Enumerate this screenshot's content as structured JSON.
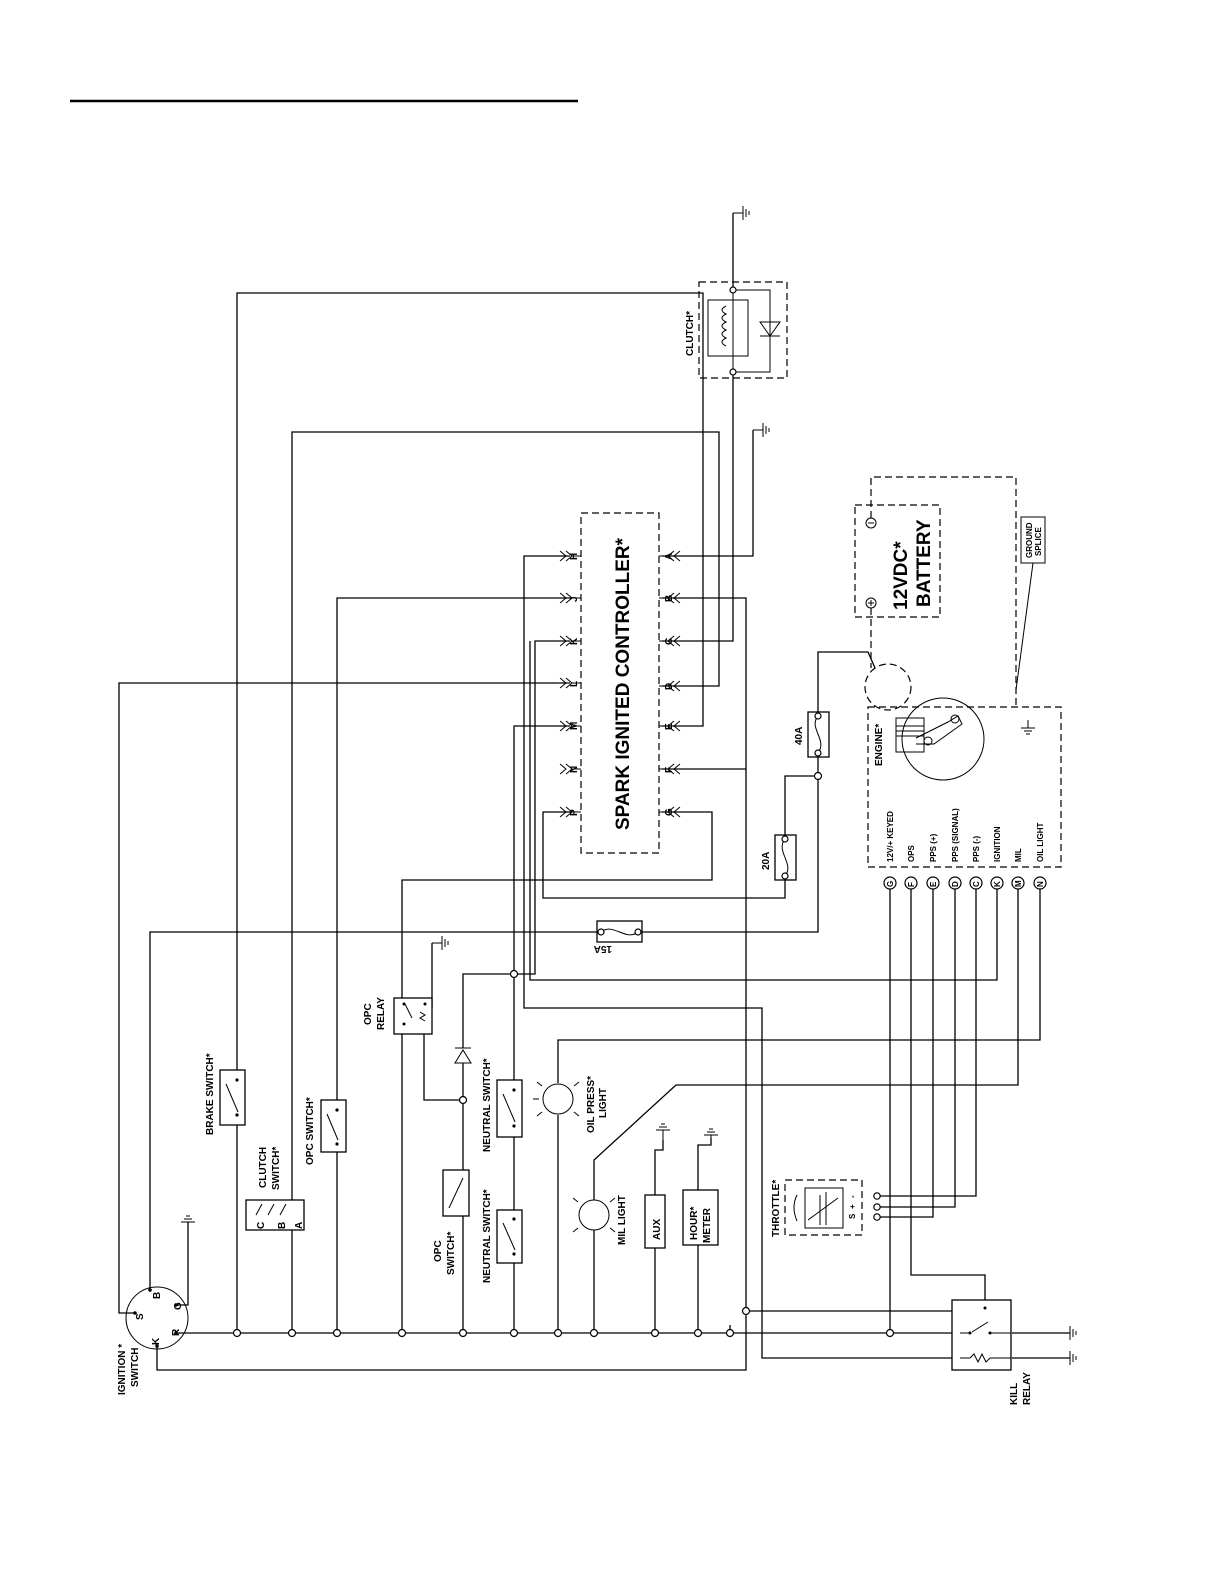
{
  "labels": {
    "clutch": "CLUTCH*",
    "controller": "SPARK IGNITED CONTROLLER*",
    "battery_line1": "12VDC*",
    "battery_line2": "BATTERY",
    "ground_splice_line1": "GROUND",
    "ground_splice_line2": "SPLICE",
    "engine": "ENGINE*",
    "fuse_40": "40A",
    "fuse_20": "20A",
    "fuse_15": "15A",
    "opc_relay_line1": "OPC",
    "opc_relay_line2": "RELAY",
    "brake_switch": "BRAKE SWITCH*",
    "clutch_switch_line1": "CLUTCH",
    "clutch_switch_line2": "SWITCH*",
    "opc_switch_top": "OPC SWITCH*",
    "opc_switch_line1": "OPC",
    "opc_switch_line2": "SWITCH*",
    "neutral_switch_1": "NEUTRAL SWITCH*",
    "neutral_switch_2": "NEUTRAL SWITCH*",
    "oil_press_line1": "OIL PRESS*",
    "oil_press_line2": "LIGHT",
    "mil_light": "MIL LIGHT",
    "aux": "AUX",
    "hour_meter_line1": "HOUR*",
    "hour_meter_line2": "METER",
    "throttle": "THROTTLE*",
    "ignition_line1": "IGNITION *",
    "ignition_line2": "SWITCH",
    "kill_line1": "KILL",
    "kill_line2": "RELAY"
  },
  "controller_pins_left": [
    "H",
    "J",
    "K",
    "L",
    "M",
    "N",
    "P"
  ],
  "controller_pins_right": [
    "A",
    "B",
    "C",
    "D",
    "E",
    "F",
    "G"
  ],
  "engine_connector": {
    "pins": [
      "G",
      "F",
      "E",
      "D",
      "C",
      "K",
      "M",
      "N"
    ],
    "labels": [
      "12V/+ KEYED",
      "OPS",
      "PPS (+)",
      "PPS (SIGNAL)",
      "PPS (-)",
      "IGNITION",
      "MIL",
      "OIL LIGHT"
    ]
  },
  "ignition_terminals": [
    "B",
    "G",
    "R",
    "K",
    "S"
  ],
  "clutch_switch_terminals": [
    "C",
    "B",
    "A"
  ],
  "throttle_pins": [
    "-",
    "+",
    "S"
  ]
}
